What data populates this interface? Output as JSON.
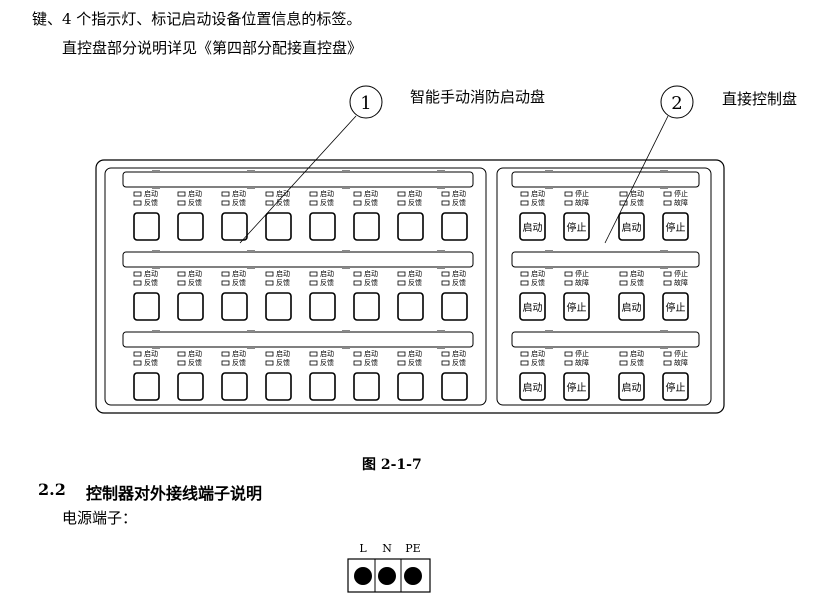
{
  "text": {
    "line1": "键、4 个指示灯、标记启动设备位置信息的标签。",
    "line2": "直控盘部分说明详见《第四部分配接直控盘》",
    "caption": "图 2-1-7",
    "section_number": "2.2",
    "section_title": "控制器对外接线端子说明",
    "power_terminal": "电源端子："
  },
  "figure": {
    "callout1": {
      "number": "1",
      "label": "智能手动消防启动盘"
    },
    "callout2": {
      "number": "2",
      "label": "直接控制盘"
    },
    "left_lights": [
      "启动",
      "反馈"
    ],
    "right_lights": [
      [
        "启动",
        "反馈"
      ],
      [
        "停止",
        "故障"
      ],
      [
        "启动",
        "反馈"
      ],
      [
        "停止",
        "故障"
      ]
    ],
    "right_buttons": [
      "启动",
      "停止",
      "启动",
      "停止"
    ],
    "rows": 3,
    "left_columns": 8
  },
  "terminals": [
    "L",
    "N",
    "PE"
  ]
}
